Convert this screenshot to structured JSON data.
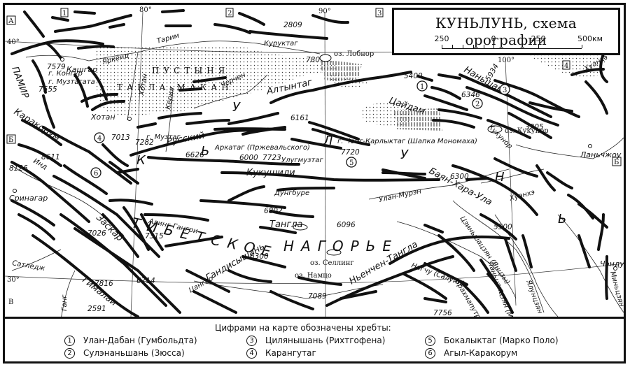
{
  "title": "КУНЬЛУНЬ, схема орографии",
  "scale": {
    "labels": [
      "250",
      "0",
      "250",
      "500км"
    ]
  },
  "grid": {
    "meridians": [
      "80°",
      "90°",
      "100°"
    ],
    "parallels": [
      "40°",
      "30°"
    ],
    "column_boxes": [
      "1",
      "2",
      "3",
      "4"
    ],
    "row_boxes": [
      "А",
      "Б",
      "В"
    ]
  },
  "regions": {
    "desert_line1": "ПУСТЫНЯ",
    "desert_line2": "ТАКЛА-МАКАН",
    "plateau_line1": "ТИБЕТСКОЕ",
    "plateau_line2": "НАГОРЬЕ",
    "kunlun_letters": [
      "К",
      "У",
      "Н",
      "Ь",
      "Л",
      "У",
      "Н",
      "Ь"
    ],
    "tsaidam": "Цайдам",
    "pamir": "ПАМИР"
  },
  "ranges": {
    "altyntag": "Алтынтаг",
    "kuruktag": "Куруктаг",
    "russky": "Русский",
    "arkatag": "Аркатаг (Пржевальского)",
    "chong_karlyktag": "г. Чонг-Карлыктаг (Шапка Мономаха)",
    "ulugmuztag": "Улугмузтаг",
    "kukushili": "Кукушили",
    "dungbure": "Дунгбуре",
    "tangla": "Тангла",
    "nanshan": "Наньшань",
    "kukunor_range": "Кукунор",
    "bayan_khara": "Баян-Хара-Ула",
    "karakorum": "Каракорум",
    "alin_gangri": "Алинг-Гангри",
    "gandise": "Гандисышань",
    "nyenchen": "Ньенчен-Тангла",
    "himalaya": "Гималаи",
    "zaskar": "Заскар"
  },
  "rivers": {
    "yarkend": "Яркенд",
    "tarim": "Тарим",
    "khotan": "Хотан",
    "kerija": "Керия",
    "cherchen": "Черчен",
    "ind": "Инд",
    "satledzh": "Сатледж",
    "gang": "Ганг",
    "tsangpo": "Цангпо",
    "huanghe_1": "Хуанхэ",
    "huanghe_2": "Хуанхэ",
    "ulan_muren": "Улан-Мурэн",
    "tsinshatszyan": "Цзиньшацзян (Янцзы)",
    "nagchu": "Нагчу (Салуин)",
    "lanchangjiang": "Ланьцанцзян (Меконг)",
    "yalungjiang": "Ялунцзян",
    "minjiang": "Миньцзян",
    "brahmaputra": "Брахмапутра"
  },
  "lakes": {
    "lobnor": "оз. Лобнор",
    "kukunor": "оз. Кукунор",
    "selling": "оз. Селлинг",
    "namtso": "оз. Намцо"
  },
  "cities": {
    "kashgar": "Кашгар",
    "khotan": "Хотан",
    "srinagar": "Сринагар",
    "lanzhou": "Ланьчжоу",
    "chamdo": "Чэнду"
  },
  "peaks": {
    "kongur": "г. Конгур",
    "muztagata": "г. Музтагата",
    "muztag": "г. Музтаг",
    "elevations": [
      "7579",
      "7555",
      "7013",
      "7282",
      "6626",
      "6000",
      "7723",
      "7720",
      "6161",
      "5400",
      "6346",
      "5934",
      "3205",
      "6300",
      "6802",
      "6096",
      "6300",
      "5500",
      "8611",
      "8126",
      "7026",
      "7315",
      "7816",
      "6714",
      "2591",
      "7089",
      "7756",
      "2809",
      "780"
    ]
  },
  "legend": {
    "title": "Цифрами на карте обозначены хребты:",
    "items": [
      {
        "num": "1",
        "label": "Улан-Дабан (Гумбольдта)"
      },
      {
        "num": "2",
        "label": "Сулэнаньшань (Зюсса)"
      },
      {
        "num": "3",
        "label": "Цилянышань (Рихтгофена)"
      },
      {
        "num": "4",
        "label": "Карангутаг"
      },
      {
        "num": "5",
        "label": "Бокалыктаг (Марко Поло)"
      },
      {
        "num": "6",
        "label": "Агыл-Каракорум"
      }
    ]
  }
}
